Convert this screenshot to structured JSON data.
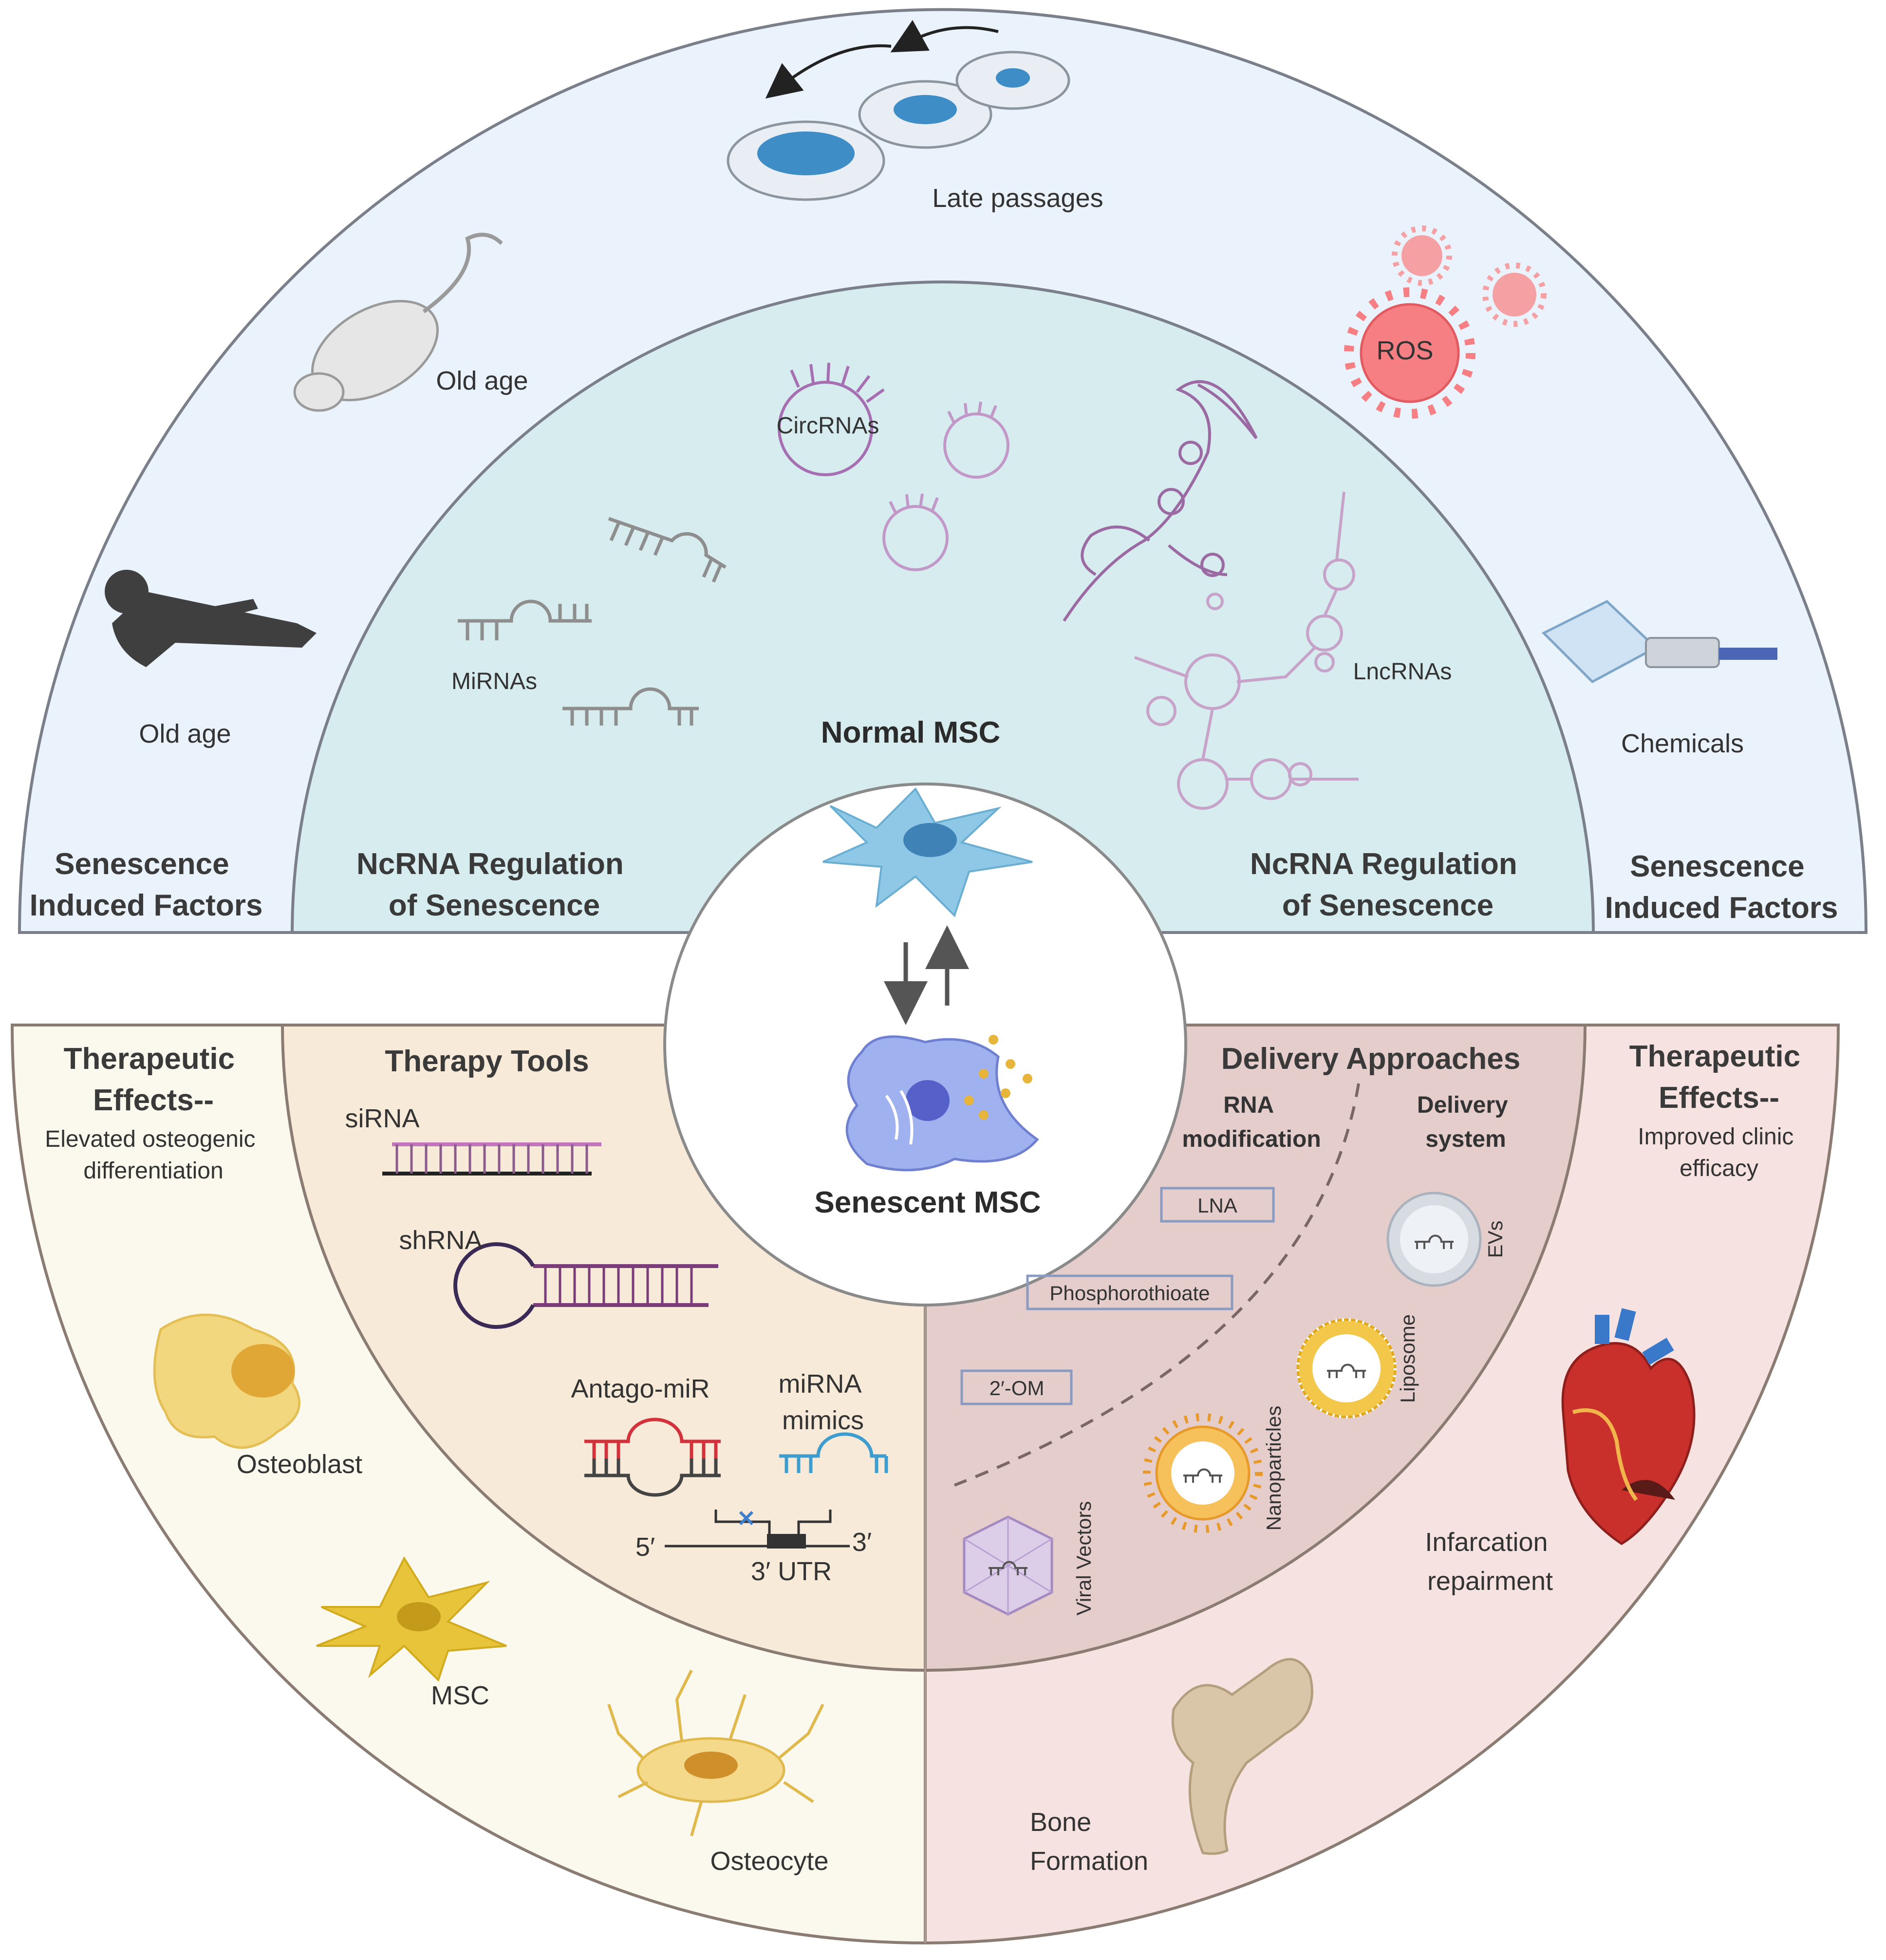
{
  "top_outer": {
    "left_label": [
      "Senescence",
      "Induced Factors"
    ],
    "right_label": [
      "Senescence",
      "Induced Factors"
    ],
    "items": {
      "late_passages": "Late passages",
      "old_age_mouse": "Old age",
      "old_age_human": "Old age",
      "ros": "ROS",
      "chemicals": "Chemicals"
    }
  },
  "top_inner": {
    "left_label": [
      "NcRNA  Regulation",
      "of Senescence"
    ],
    "right_label": [
      "NcRNA  Regulation",
      "of Senescence"
    ],
    "items": {
      "circrnas": "CircRNAs",
      "mirnas": "MiRNAs",
      "lncrnas": "LncRNAs"
    }
  },
  "center": {
    "normal": "Normal MSC",
    "senescent": "Senescent MSC"
  },
  "bottom_left_outer": {
    "title": [
      "Therapeutic",
      "Effects--"
    ],
    "subtitle": [
      "Elevated  osteogenic",
      "differentiation"
    ],
    "items": {
      "osteoblast": "Osteoblast",
      "msc": "MSC",
      "osteocyte": "Osteocyte"
    }
  },
  "therapy_tools": {
    "title": "Therapy Tools",
    "sirna": "siRNA",
    "shrna": "shRNA",
    "antago": "Antago-miR",
    "mimics": [
      "miRNA",
      "mimics"
    ],
    "five_prime": "5′",
    "three_prime": "3′",
    "utr": "3′ UTR"
  },
  "delivery": {
    "title": "Delivery Approaches",
    "rna_mod": [
      "RNA",
      "modification"
    ],
    "delivery_system": [
      "Delivery",
      "system"
    ],
    "mods": [
      "LNA",
      "Phosphorothioate",
      "2′-OM"
    ],
    "evs": "EVs",
    "liposome": "Liposome",
    "nanoparticles": "Nanoparticles",
    "viral": "Viral Vectors"
  },
  "bottom_right_outer": {
    "title": [
      "Therapeutic",
      "Effects--"
    ],
    "subtitle": [
      "Improved clinic",
      "efficacy"
    ],
    "items": {
      "infarction": [
        "Infarcation",
        "repairment"
      ],
      "bone": [
        "Bone",
        "Formation"
      ]
    }
  },
  "colors": {
    "top_outer": "#eaf2fb",
    "top_inner": "#d6ecef",
    "bottom_left_outer": "#fbf8ee",
    "therapy": "#f8ead9",
    "delivery": "#e5cdcc",
    "bottom_right_outer": "#f6e3e1"
  }
}
